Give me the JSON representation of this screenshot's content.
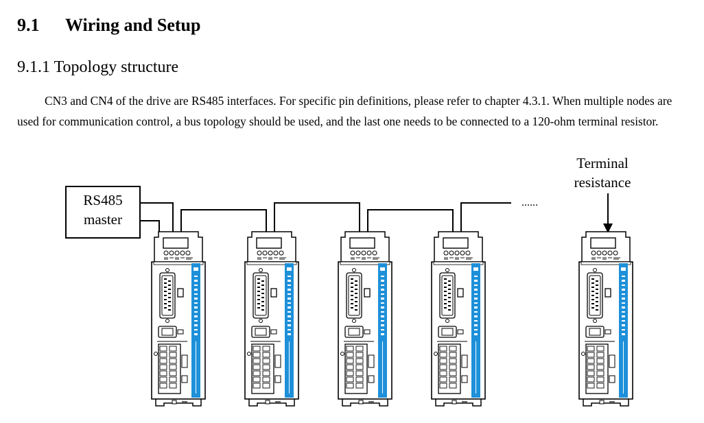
{
  "section": {
    "number": "9.1",
    "title": "Wiring and Setup"
  },
  "subsection": {
    "title": "9.1.1 Topology structure"
  },
  "paragraph": "CN3 and CN4 of the drive are RS485 interfaces. For specific pin definitions, please refer to chapter 4.3.1. When multiple nodes are used for communication control, a bus topology should be used, and the last one needs to be connected to a 120-ohm terminal resistor.",
  "diagram": {
    "master_label_line1": "RS485",
    "master_label_line2": "master",
    "terminal_label_line1": "Terminal",
    "terminal_label_line2": "resistance",
    "ellipsis": "......",
    "drive_count": 5
  }
}
